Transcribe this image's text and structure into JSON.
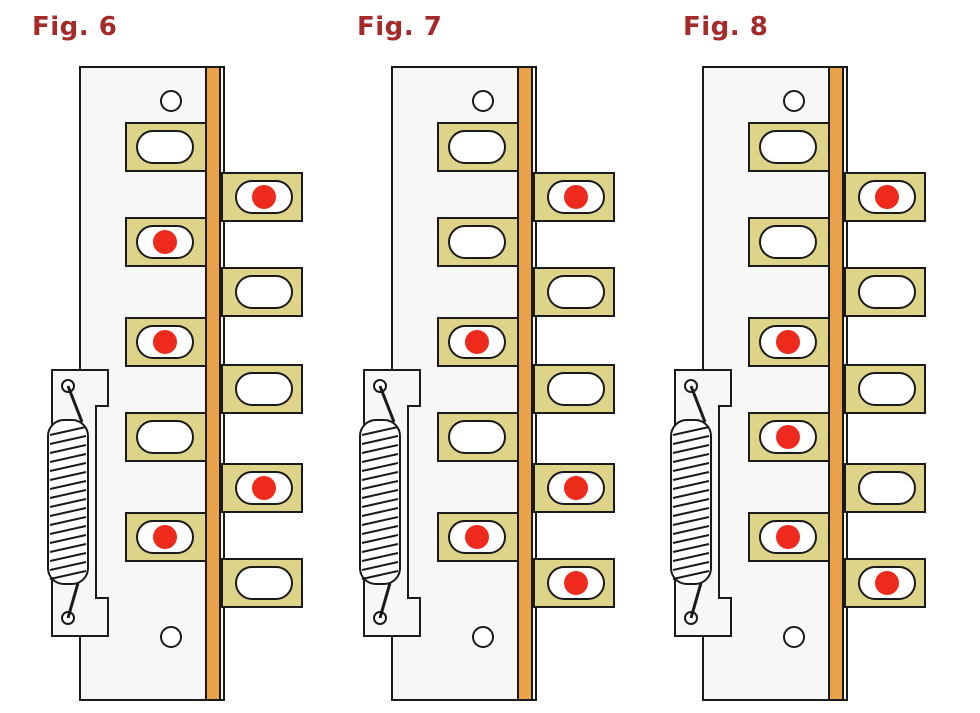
{
  "colors": {
    "plate_fill": "#f7f7f7",
    "outline": "#1a1a1a",
    "bar": "#e9a24a",
    "tab": "#ddd48a",
    "slot": "#ffffff",
    "dot": "#ee2a1c",
    "label": "#a52a2a",
    "spring_fill": "#ffffff"
  },
  "figures": [
    {
      "label": "Fig. 6",
      "left_slots_filled": [
        false,
        true,
        true,
        false,
        true
      ],
      "right_slots_filled": [
        true,
        false,
        false,
        true,
        false
      ]
    },
    {
      "label": "Fig. 7",
      "left_slots_filled": [
        false,
        false,
        true,
        false,
        true
      ],
      "right_slots_filled": [
        true,
        false,
        false,
        true,
        true
      ]
    },
    {
      "label": "Fig. 8",
      "left_slots_filled": [
        false,
        false,
        true,
        true,
        true
      ],
      "right_slots_filled": [
        true,
        false,
        false,
        false,
        true
      ]
    }
  ]
}
